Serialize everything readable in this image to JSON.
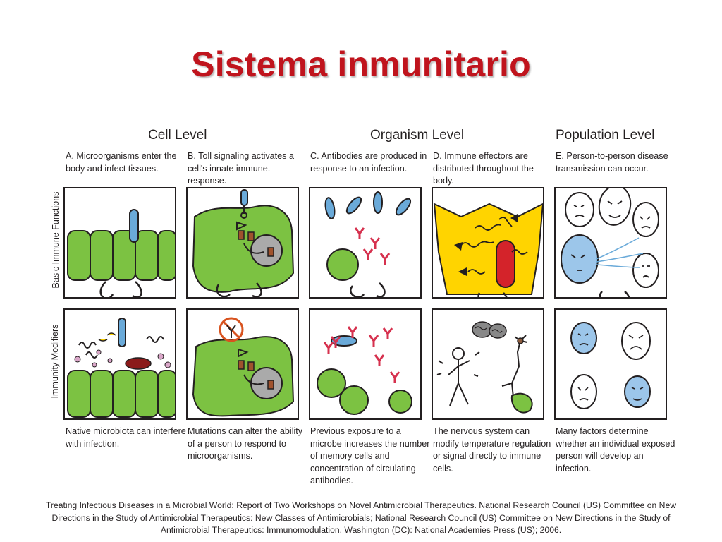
{
  "title": "Sistema inmunitario",
  "levels": {
    "cell": "Cell Level",
    "organism": "Organism Level",
    "population": "Population Level"
  },
  "row_labels": {
    "basic": "Basic Immune Functions",
    "modifiers": "Immunity Modifiers"
  },
  "top_captions": [
    "A. Microorganisms enter the body and infect tissues.",
    "B. Toll signaling activates a cell's innate immune. response.",
    "C. Antibodies are produced in response to an infection.",
    "D. Immune effectors are distributed throughout the body.",
    "E. Person-to-person disease transmission can occur."
  ],
  "bottom_captions": [
    "Native microbiota can interfere with infection.",
    "Mutations can alter the ability of a person to respond to microorganisms.",
    "Previous exposure to a microbe increases the number of memory cells and concentration of circulating antibodies.",
    "The nervous system can modify temperature regulation or signal directly to immune cells.",
    "Many factors determine whether an individual exposed person will develop an infection."
  ],
  "citation": "Treating Infectious Diseases in a Microbial World: Report of Two Workshops on Novel Antimicrobial Therapeutics. National Research Council (US) Committee on New Directions in the Study of Antimicrobial Therapeutics: New Classes of Antimicrobials; National Research Council (US) Committee on New Directions in the Study of Antimicrobial Therapeutics: Immunomodulation. Washington (DC): National Academies Press (US); 2006.",
  "colors": {
    "title": "#c0141d",
    "cell_green": "#7cc242",
    "bacterium_blue": "#6aaad9",
    "antibody_red": "#d6314e",
    "yellow": "#ffd400",
    "effector_red": "#d4232a",
    "outline": "#231f20"
  }
}
